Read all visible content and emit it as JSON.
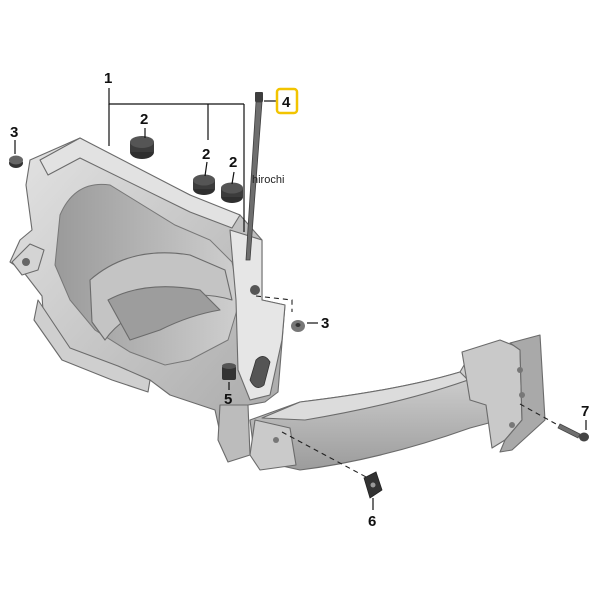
{
  "watermark": "hirochi",
  "callouts": [
    {
      "id": "c1",
      "label": "1"
    },
    {
      "id": "c2a",
      "label": "2"
    },
    {
      "id": "c2b",
      "label": "2"
    },
    {
      "id": "c2c",
      "label": "2"
    },
    {
      "id": "c3a",
      "label": "3"
    },
    {
      "id": "c3b",
      "label": "3"
    },
    {
      "id": "c4",
      "label": "4",
      "highlight": true
    },
    {
      "id": "c5",
      "label": "5"
    },
    {
      "id": "c6",
      "label": "6"
    },
    {
      "id": "c7",
      "label": "7"
    }
  ],
  "colors": {
    "part_light": "#d6d6d6",
    "part_mid": "#bdbdbd",
    "part_dark": "#8f8f8f",
    "rubber": "#3a3a3a",
    "highlight_box": "#f2c400"
  }
}
